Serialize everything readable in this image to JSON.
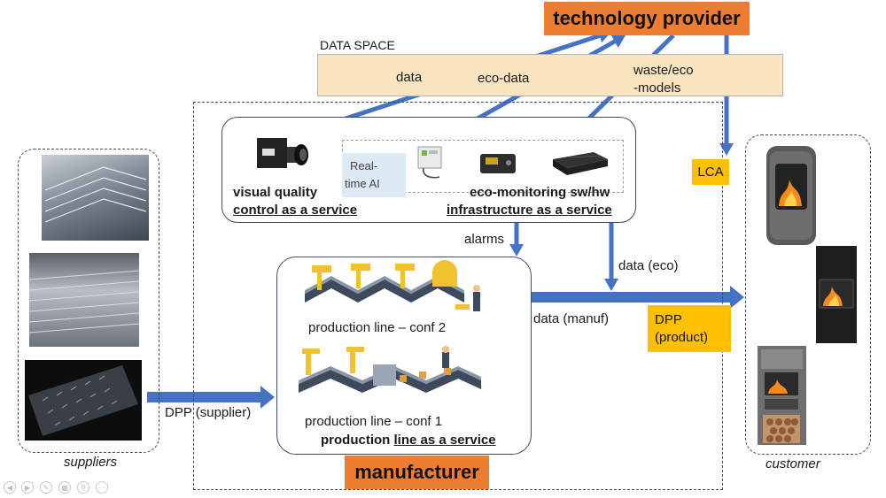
{
  "labels": {
    "technology_provider": "technology provider",
    "data_space": "DATA SPACE",
    "data": "data",
    "eco_data": "eco-data",
    "waste_eco_1": "waste/eco",
    "waste_eco_2": "-models",
    "real_time_ai_1": "Real-",
    "real_time_ai_2": "time AI",
    "visual_quality_1": "visual quality",
    "visual_quality_2": "control as a service",
    "eco_monitoring_1": "eco-monitoring sw/hw",
    "eco_monitoring_2": "infrastructure as a service",
    "lca": "LCA",
    "alarms": "alarms",
    "data_eco": "data (eco)",
    "data_manuf": "data (manuf)",
    "dpp_product_1": "DPP",
    "dpp_product_2": "(product)",
    "production_conf2": "production line – conf 2",
    "production_conf1": "production line – conf 1",
    "production_service_a": "production ",
    "production_service_b": "line as a service",
    "dpp_supplier": "DPP (supplier)",
    "suppliers": "suppliers",
    "customer": "customer",
    "manufacturer": "manufacturer"
  },
  "colors": {
    "arrow_blue": "#4472c4",
    "orange": "#ed7d31",
    "gold": "#ffc000",
    "data_space_fill": "#fbe5c0"
  },
  "icons": [
    "camera-icon",
    "sensor-device-icon",
    "gateway-device-icon",
    "edge-computer-icon",
    "stove-icon",
    "steel-sheet-icon",
    "production-line-icon"
  ]
}
